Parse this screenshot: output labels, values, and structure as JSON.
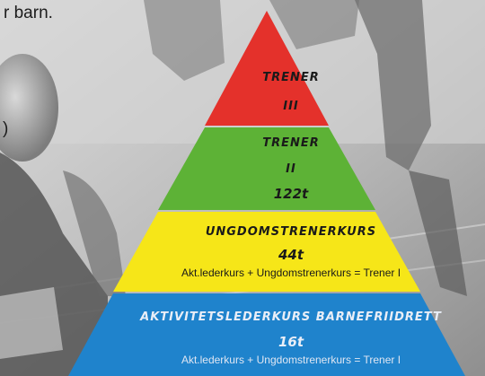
{
  "background": {
    "text_top": "r barn.",
    "text_mid": ")"
  },
  "colors": {
    "level_1": "#e4312b",
    "level_2": "#5db236",
    "level_3": "#f6e618",
    "level_4": "#1f83cc"
  },
  "pyramid": {
    "levels": [
      {
        "title": "TRENER",
        "subtitle": "III"
      },
      {
        "title": "TRENER",
        "subtitle": "II",
        "hours": "122t"
      },
      {
        "title": "UNGDOMSTRENERKURS",
        "hours": "44t",
        "note": "Akt.lederkurs + Ungdomstrenerkurs = Trener I"
      },
      {
        "title": "AKTIVITETSLEDERKURS BARNEFRIIDRETT",
        "hours": "16t",
        "note": "Akt.lederkurs + Ungdomstrenerkurs = Trener I"
      }
    ]
  }
}
